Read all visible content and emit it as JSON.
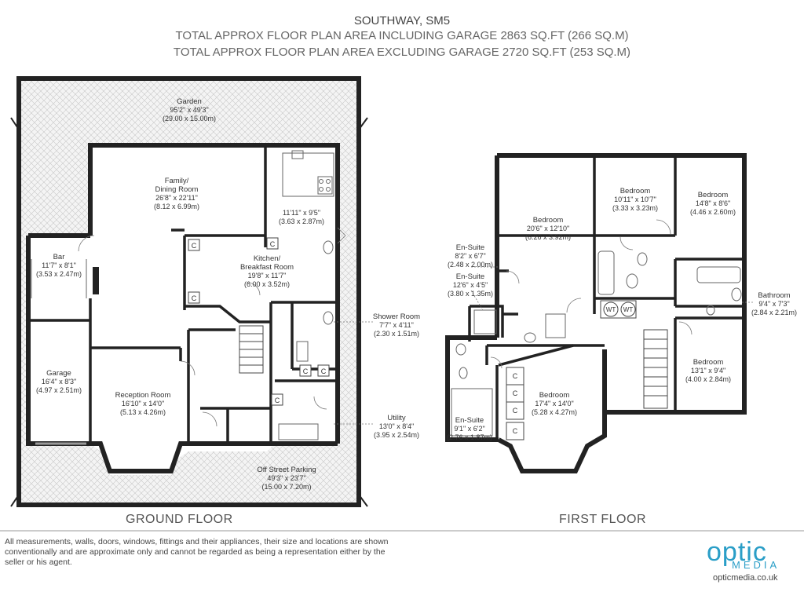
{
  "header": {
    "title": "SOUTHWAY, SM5",
    "area_including": "TOTAL APPROX FLOOR PLAN AREA INCLUDING GARAGE 2863 SQ.FT (266 SQ.M)",
    "area_excluding": "TOTAL APPROX FLOOR PLAN AREA EXCLUDING GARAGE 2720 SQ.FT (253 SQ.M)"
  },
  "floors": {
    "ground": "GROUND FLOOR",
    "first": "FIRST FLOOR"
  },
  "ground_rooms": {
    "garden": {
      "name": "Garden",
      "imperial": "95'2\" x 49'3\"",
      "metric": "(29.00 x 15.00m)"
    },
    "family": {
      "name": "Family/",
      "name2": "Dining Room",
      "imperial": "26'8\" x 22'11\"",
      "metric": "(8.12 x 6.99m)"
    },
    "kitchen_ext": {
      "imperial": "11'11\" x 9'5\"",
      "metric": "(3.63 x 2.87m)"
    },
    "bar": {
      "name": "Bar",
      "imperial": "11'7\" x 8'1\"",
      "metric": "(3.53 x 2.47m)"
    },
    "kitchen": {
      "name": "Kitchen/",
      "name2": "Breakfast Room",
      "imperial": "19'8\" x 11'7\"",
      "metric": "(6.00 x 3.52m)"
    },
    "shower": {
      "name": "Shower Room",
      "imperial": "7'7\" x 4'11\"",
      "metric": "(2.30 x 1.51m)"
    },
    "garage": {
      "name": "Garage",
      "imperial": "16'4\" x 8'3\"",
      "metric": "(4.97 x 2.51m)"
    },
    "reception": {
      "name": "Reception Room",
      "imperial": "16'10\" x 14'0\"",
      "metric": "(5.13 x 4.26m)"
    },
    "utility": {
      "name": "Utility",
      "imperial": "13'0\" x 8'4\"",
      "metric": "(3.95 x 2.54m)"
    },
    "parking": {
      "name": "Off Street Parking",
      "imperial": "49'3\" x 23'7\"",
      "metric": "(15.00 x 7.20m)"
    }
  },
  "first_rooms": {
    "bed1": {
      "name": "Bedroom",
      "imperial": "20'6\" x 12'10\"",
      "metric": "(6.26 x 3.92m)"
    },
    "bed2": {
      "name": "Bedroom",
      "imperial": "10'11\" x 10'7\"",
      "metric": "(3.33 x 3.23m)"
    },
    "bed3": {
      "name": "Bedroom",
      "imperial": "14'8\" x 8'6\"",
      "metric": "(4.46 x 2.60m)"
    },
    "ensuite1": {
      "name": "En-Suite",
      "imperial": "8'2\" x 6'7\"",
      "metric": "(2.48 x 2.00m)"
    },
    "ensuite2": {
      "name": "En-Suite",
      "imperial": "12'6\" x 4'5\"",
      "metric": "(3.80 x 1.35m)"
    },
    "bathroom": {
      "name": "Bathroom",
      "imperial": "9'4\" x 7'3\"",
      "metric": "(2.84 x 2.21m)"
    },
    "bed4": {
      "name": "Bedroom",
      "imperial": "17'4\" x 14'0\"",
      "metric": "(5.28 x 4.27m)"
    },
    "bed5": {
      "name": "Bedroom",
      "imperial": "13'1\" x 9'4\"",
      "metric": "(4.00 x 2.84m)"
    },
    "ensuite3": {
      "name": "En-Suite",
      "imperial": "9'1\" x 6'2\"",
      "metric": "(2.76 x 1.87m)"
    }
  },
  "fixtures": {
    "cupboard": "C",
    "wardrobe": "WT"
  },
  "footer": {
    "disclaimer": "All measurements, walls, doors, windows, fittings and their appliances, their size and locations are shown conventionally and are approximate only and cannot be regarded as being a representation either by the seller or his agent.",
    "logo": "optic",
    "logo_sub": "MEDIA",
    "website": "opticmedia.co.uk"
  }
}
